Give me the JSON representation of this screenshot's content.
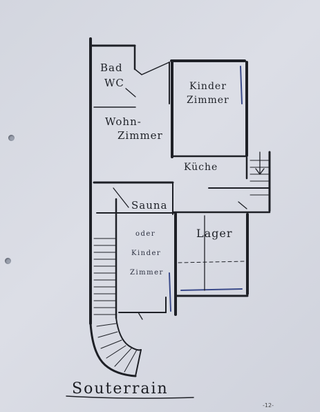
{
  "title": "Souterrain",
  "page_number": "-12-",
  "rooms": {
    "bad_wc_line1": "Bad",
    "bad_wc_line2": "WC",
    "kinderzimmer_line1": "Kinder",
    "kinderzimmer_line2": "Zimmer",
    "wohnzimmer_line1": "Wohn-",
    "wohnzimmer_line2": "Zimmer",
    "kueche": "Küche",
    "sauna": "Sauna",
    "sauna_alt_line1": "oder",
    "sauna_alt_line2": "Kinder",
    "sauna_alt_line3": "Zimmer",
    "lager": "Lager"
  },
  "ink_color": "#1e2026",
  "pen_color": "#3a4a8a"
}
